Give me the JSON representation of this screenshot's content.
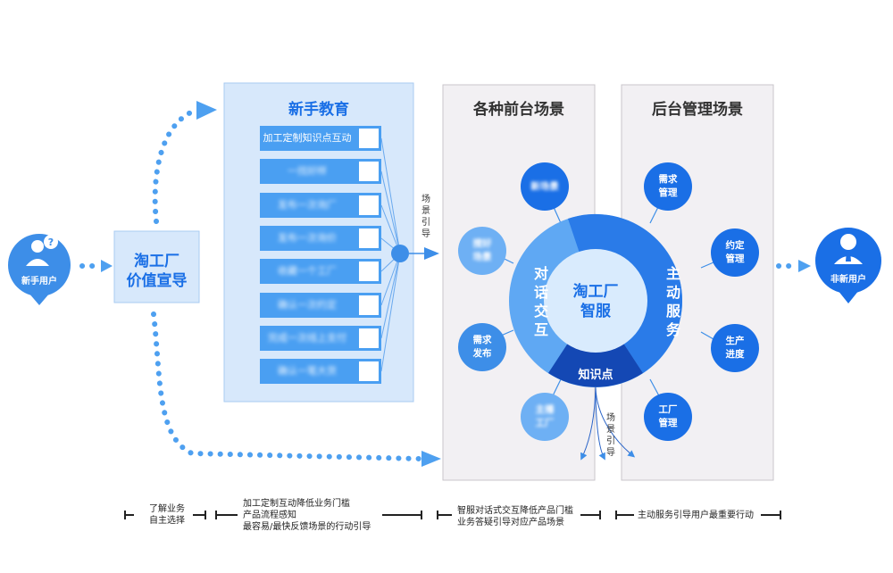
{
  "users": {
    "new_user": "新手用户",
    "non_new_user": "非新用户"
  },
  "value_guide": {
    "line1": "淘工厂",
    "line2": "价值宣导"
  },
  "tutorial": {
    "title": "新手教育",
    "tasks": [
      "加工定制知识点互动",
      "一找好样",
      "发布一次询厂",
      "发布一次询价",
      "收藏一个工厂",
      "确认一次约定",
      "完成一次线上支付",
      "确认一笔大货"
    ]
  },
  "scene_guide_label": "场景引导",
  "front_panel": {
    "title": "各种前台场景"
  },
  "back_panel": {
    "title": "后台管理场景"
  },
  "hub": {
    "center": "淘工厂\n智服",
    "left_arc": "对话交互",
    "right_arc": "主动服务",
    "bottom_arc": "知识点"
  },
  "front_nodes": [
    "新场景",
    "搜好\n场景",
    "需求\n发布",
    "主播\n工厂"
  ],
  "back_nodes": [
    "需求\n管理",
    "约定\n管理",
    "生产\n进度",
    "工厂\n管理"
  ],
  "captions": {
    "c1": "了解业务\n自主选择",
    "c2": "加工定制互动降低业务门槛\n产品流程感知\n最容易/最快反馈场景的行动引导",
    "c3": "智服对话式交互降低产品门槛\n业务答疑引导对应产品场景",
    "c4": "主动服务引导用户最重要行动"
  },
  "colors": {
    "primary": "#1a6fe6",
    "light_blue": "#4a9ff2",
    "panel_blue": "#d7e8fb",
    "panel_gray": "#f2f0f3",
    "dark_blue": "#1448b4"
  }
}
